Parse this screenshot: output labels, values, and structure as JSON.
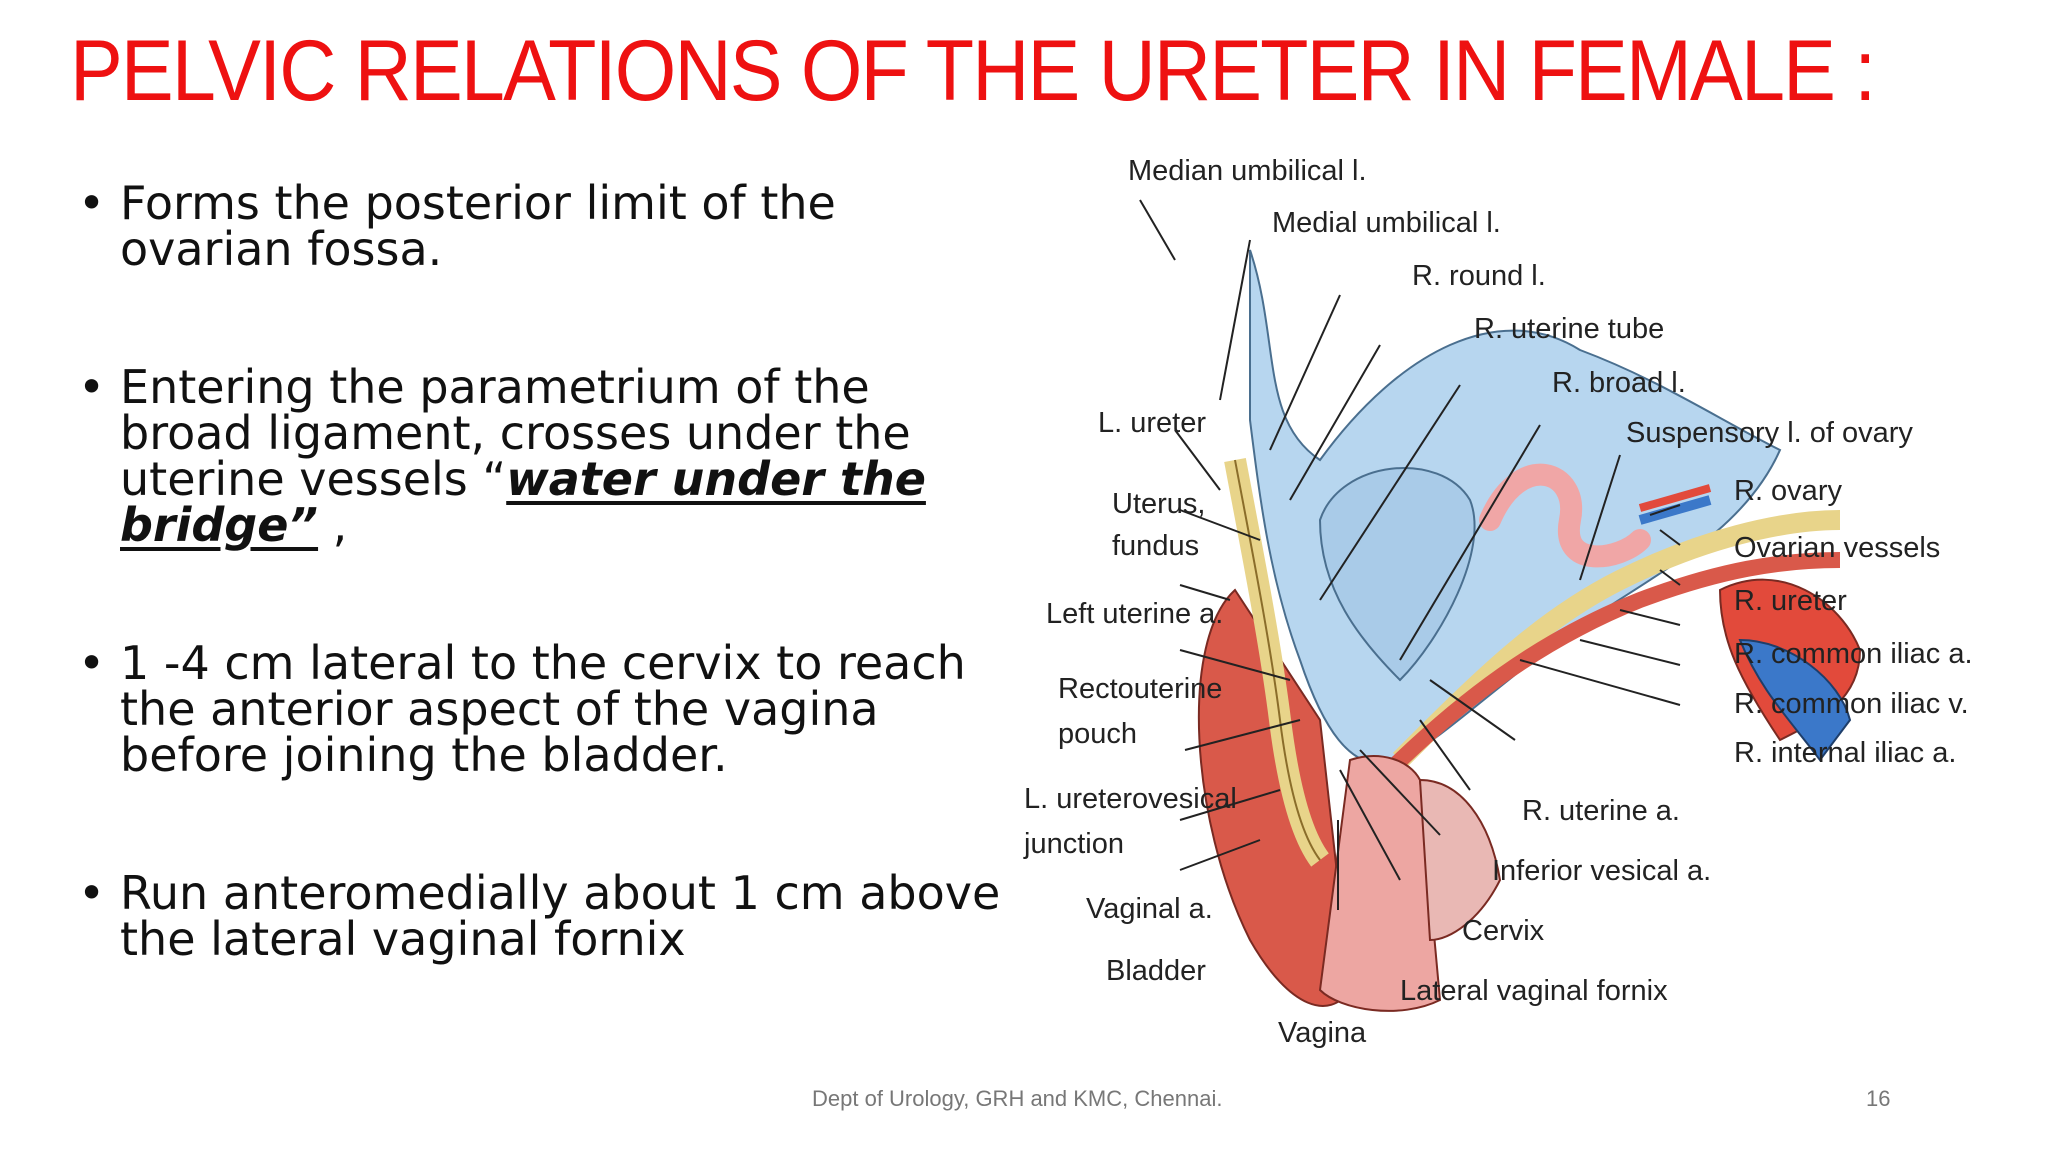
{
  "title": "PELVIC RELATIONS OF THE URETER IN FEMALE :",
  "bullets": {
    "b1": "Forms the posterior limit of the ovarian fossa.",
    "b2_pre": "Entering the parametrium of the broad ligament, crosses under the uterine vessels “",
    "b2_emph": "water under the bridge”",
    "b2_post": " ,",
    "b3": " 1 -4 cm lateral to the cervix to reach the anterior aspect of the vagina before joining the bladder.",
    "b4": "Run anteromedially about 1 cm above the lateral vaginal fornix"
  },
  "diagram_labels": {
    "median_umbilical": "Median umbilical l.",
    "medial_umbilical": "Medial umbilical l.",
    "r_round": "R. round l.",
    "r_uterine_tube": "R. uterine tube",
    "r_broad": "R. broad l.",
    "suspensory": "Suspensory l. of ovary",
    "r_ovary": "R. ovary",
    "ovarian_vessels": "Ovarian vessels",
    "r_ureter": "R. ureter",
    "r_common_iliac_a": "R. common iliac a.",
    "r_common_iliac_v": "R. common iliac v.",
    "r_internal_iliac": "R. internal iliac a.",
    "l_ureter": "L. ureter",
    "uterus_1": "Uterus,",
    "uterus_2": "fundus",
    "left_uterine": "Left uterine a.",
    "recto_1": "Rectouterine",
    "recto_2": "pouch",
    "luv_1": "L. ureterovesical",
    "luv_2": "junction",
    "vaginal_a": "Vaginal a.",
    "bladder": "Bladder",
    "r_uterine_a": "R. uterine a.",
    "inferior_vesical": "Inferior vesical a.",
    "cervix": "Cervix",
    "lateral_vaginal_fornix": "Lateral vaginal fornix",
    "vagina": "Vagina"
  },
  "footer": "Dept of Urology, GRH and KMC, Chennai.",
  "page_number": "16"
}
